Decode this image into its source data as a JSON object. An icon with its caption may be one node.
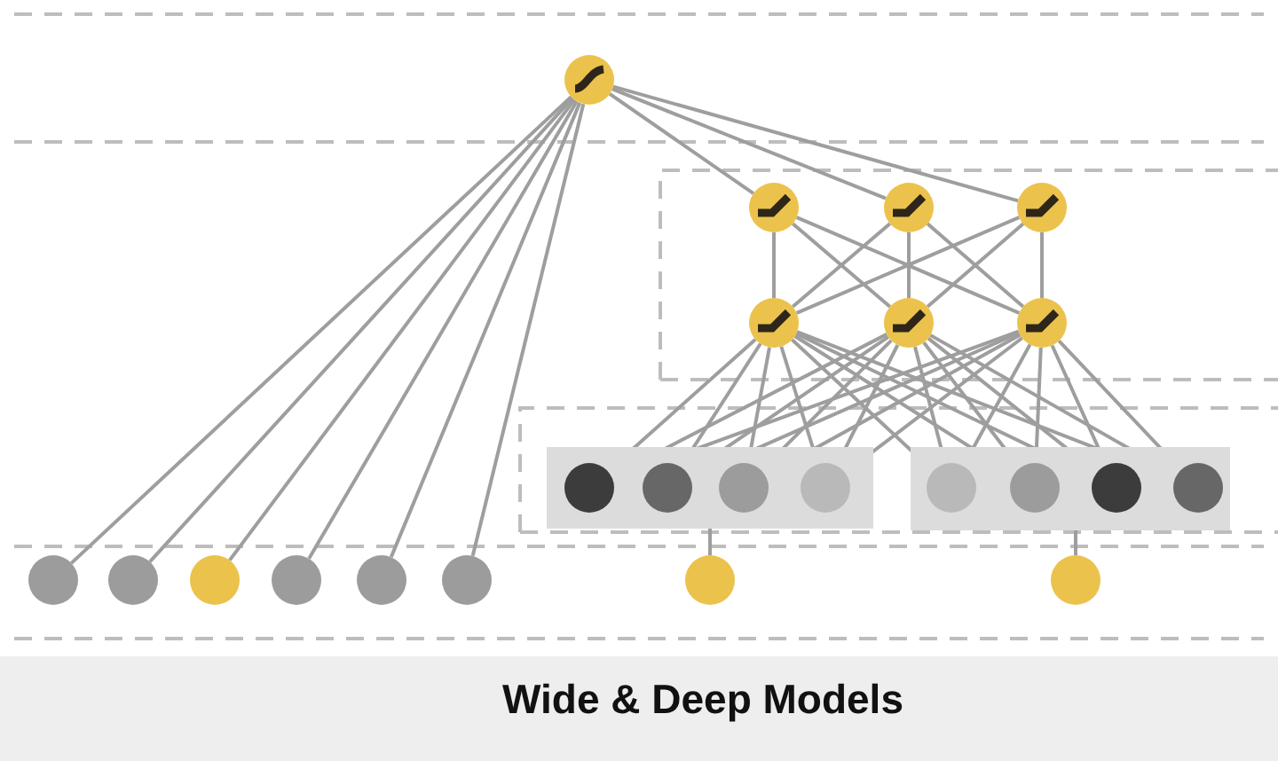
{
  "diagram": {
    "title": "Wide & Deep Models",
    "nodes": [
      {
        "text": [],
        "shape": "circle"
      },
      {
        "text": [],
        "shape": "circle"
      },
      {
        "text": [],
        "shape": "circle"
      },
      {
        "text": [],
        "shape": "circle"
      },
      {
        "text": [],
        "shape": "circle"
      },
      {
        "text": [],
        "shape": "circle"
      },
      {
        "text": [],
        "shape": "circle"
      },
      {
        "text": [],
        "shape": "bar"
      },
      {
        "text": [],
        "shape": "circle",
        "in": 7
      },
      {
        "text": [],
        "shape": "circle",
        "in": 7
      },
      {
        "text": [],
        "shape": "circle",
        "in": 7
      },
      {
        "text": [],
        "shape": "circle",
        "in": 7
      },
      {
        "text": [],
        "shape": "bar"
      },
      {
        "text": [],
        "shape": "circle",
        "in": 12
      },
      {
        "text": [],
        "shape": "circle",
        "in": 12
      },
      {
        "text": [],
        "shape": "circle",
        "in": 12
      },
      {
        "text": [],
        "shape": "circle",
        "in": 12
      },
      {
        "text": [],
        "shape": "circle"
      },
      {
        "text": [],
        "shape": "circle"
      },
      {
        "text": [],
        "shape": "circle"
      },
      {
        "text": [],
        "shape": "circle"
      },
      {
        "text": [],
        "shape": "circle"
      },
      {
        "text": [],
        "shape": "circle"
      },
      {
        "text": [],
        "shape": "circle"
      },
      {
        "text": [],
        "shape": "circle"
      }
    ],
    "edges": [
      {
        "from": 17,
        "to": 0,
        "arrow": "none"
      },
      {
        "from": 18,
        "to": 0,
        "arrow": "none"
      },
      {
        "from": 19,
        "to": 0,
        "arrow": "none"
      },
      {
        "from": 20,
        "to": 0,
        "arrow": "none"
      },
      {
        "from": 21,
        "to": 0,
        "arrow": "none"
      },
      {
        "from": 22,
        "to": 0,
        "arrow": "none"
      },
      {
        "from": 1,
        "to": 0,
        "arrow": "none"
      },
      {
        "from": 2,
        "to": 0,
        "arrow": "none"
      },
      {
        "from": 3,
        "to": 0,
        "arrow": "none"
      },
      {
        "from": 4,
        "to": 1,
        "arrow": "none"
      },
      {
        "from": 4,
        "to": 2,
        "arrow": "none"
      },
      {
        "from": 4,
        "to": 3,
        "arrow": "none"
      },
      {
        "from": 5,
        "to": 1,
        "arrow": "none"
      },
      {
        "from": 5,
        "to": 2,
        "arrow": "none"
      },
      {
        "from": 5,
        "to": 3,
        "arrow": "none"
      },
      {
        "from": 6,
        "to": 1,
        "arrow": "none"
      },
      {
        "from": 6,
        "to": 2,
        "arrow": "none"
      },
      {
        "from": 6,
        "to": 3,
        "arrow": "none"
      },
      {
        "from": 8,
        "to": 4,
        "arrow": "none"
      },
      {
        "from": 8,
        "to": 5,
        "arrow": "none"
      },
      {
        "from": 8,
        "to": 6,
        "arrow": "none"
      },
      {
        "from": 9,
        "to": 4,
        "arrow": "none"
      },
      {
        "from": 9,
        "to": 5,
        "arrow": "none"
      },
      {
        "from": 9,
        "to": 6,
        "arrow": "none"
      },
      {
        "from": 10,
        "to": 4,
        "arrow": "none"
      },
      {
        "from": 10,
        "to": 5,
        "arrow": "none"
      },
      {
        "from": 10,
        "to": 6,
        "arrow": "none"
      },
      {
        "from": 11,
        "to": 4,
        "arrow": "none"
      },
      {
        "from": 11,
        "to": 5,
        "arrow": "none"
      },
      {
        "from": 11,
        "to": 6,
        "arrow": "none"
      },
      {
        "from": 13,
        "to": 4,
        "arrow": "none"
      },
      {
        "from": 13,
        "to": 5,
        "arrow": "none"
      },
      {
        "from": 13,
        "to": 6,
        "arrow": "none"
      },
      {
        "from": 14,
        "to": 4,
        "arrow": "none"
      },
      {
        "from": 14,
        "to": 5,
        "arrow": "none"
      },
      {
        "from": 14,
        "to": 6,
        "arrow": "none"
      },
      {
        "from": 15,
        "to": 4,
        "arrow": "none"
      },
      {
        "from": 15,
        "to": 5,
        "arrow": "none"
      },
      {
        "from": 15,
        "to": 6,
        "arrow": "none"
      },
      {
        "from": 16,
        "to": 4,
        "arrow": "none"
      },
      {
        "from": 16,
        "to": 5,
        "arrow": "none"
      },
      {
        "from": 16,
        "to": 6,
        "arrow": "none"
      },
      {
        "from": 23,
        "to": 7,
        "arrow": "none"
      },
      {
        "from": 24,
        "to": 12,
        "arrow": "none"
      }
    ]
  }
}
